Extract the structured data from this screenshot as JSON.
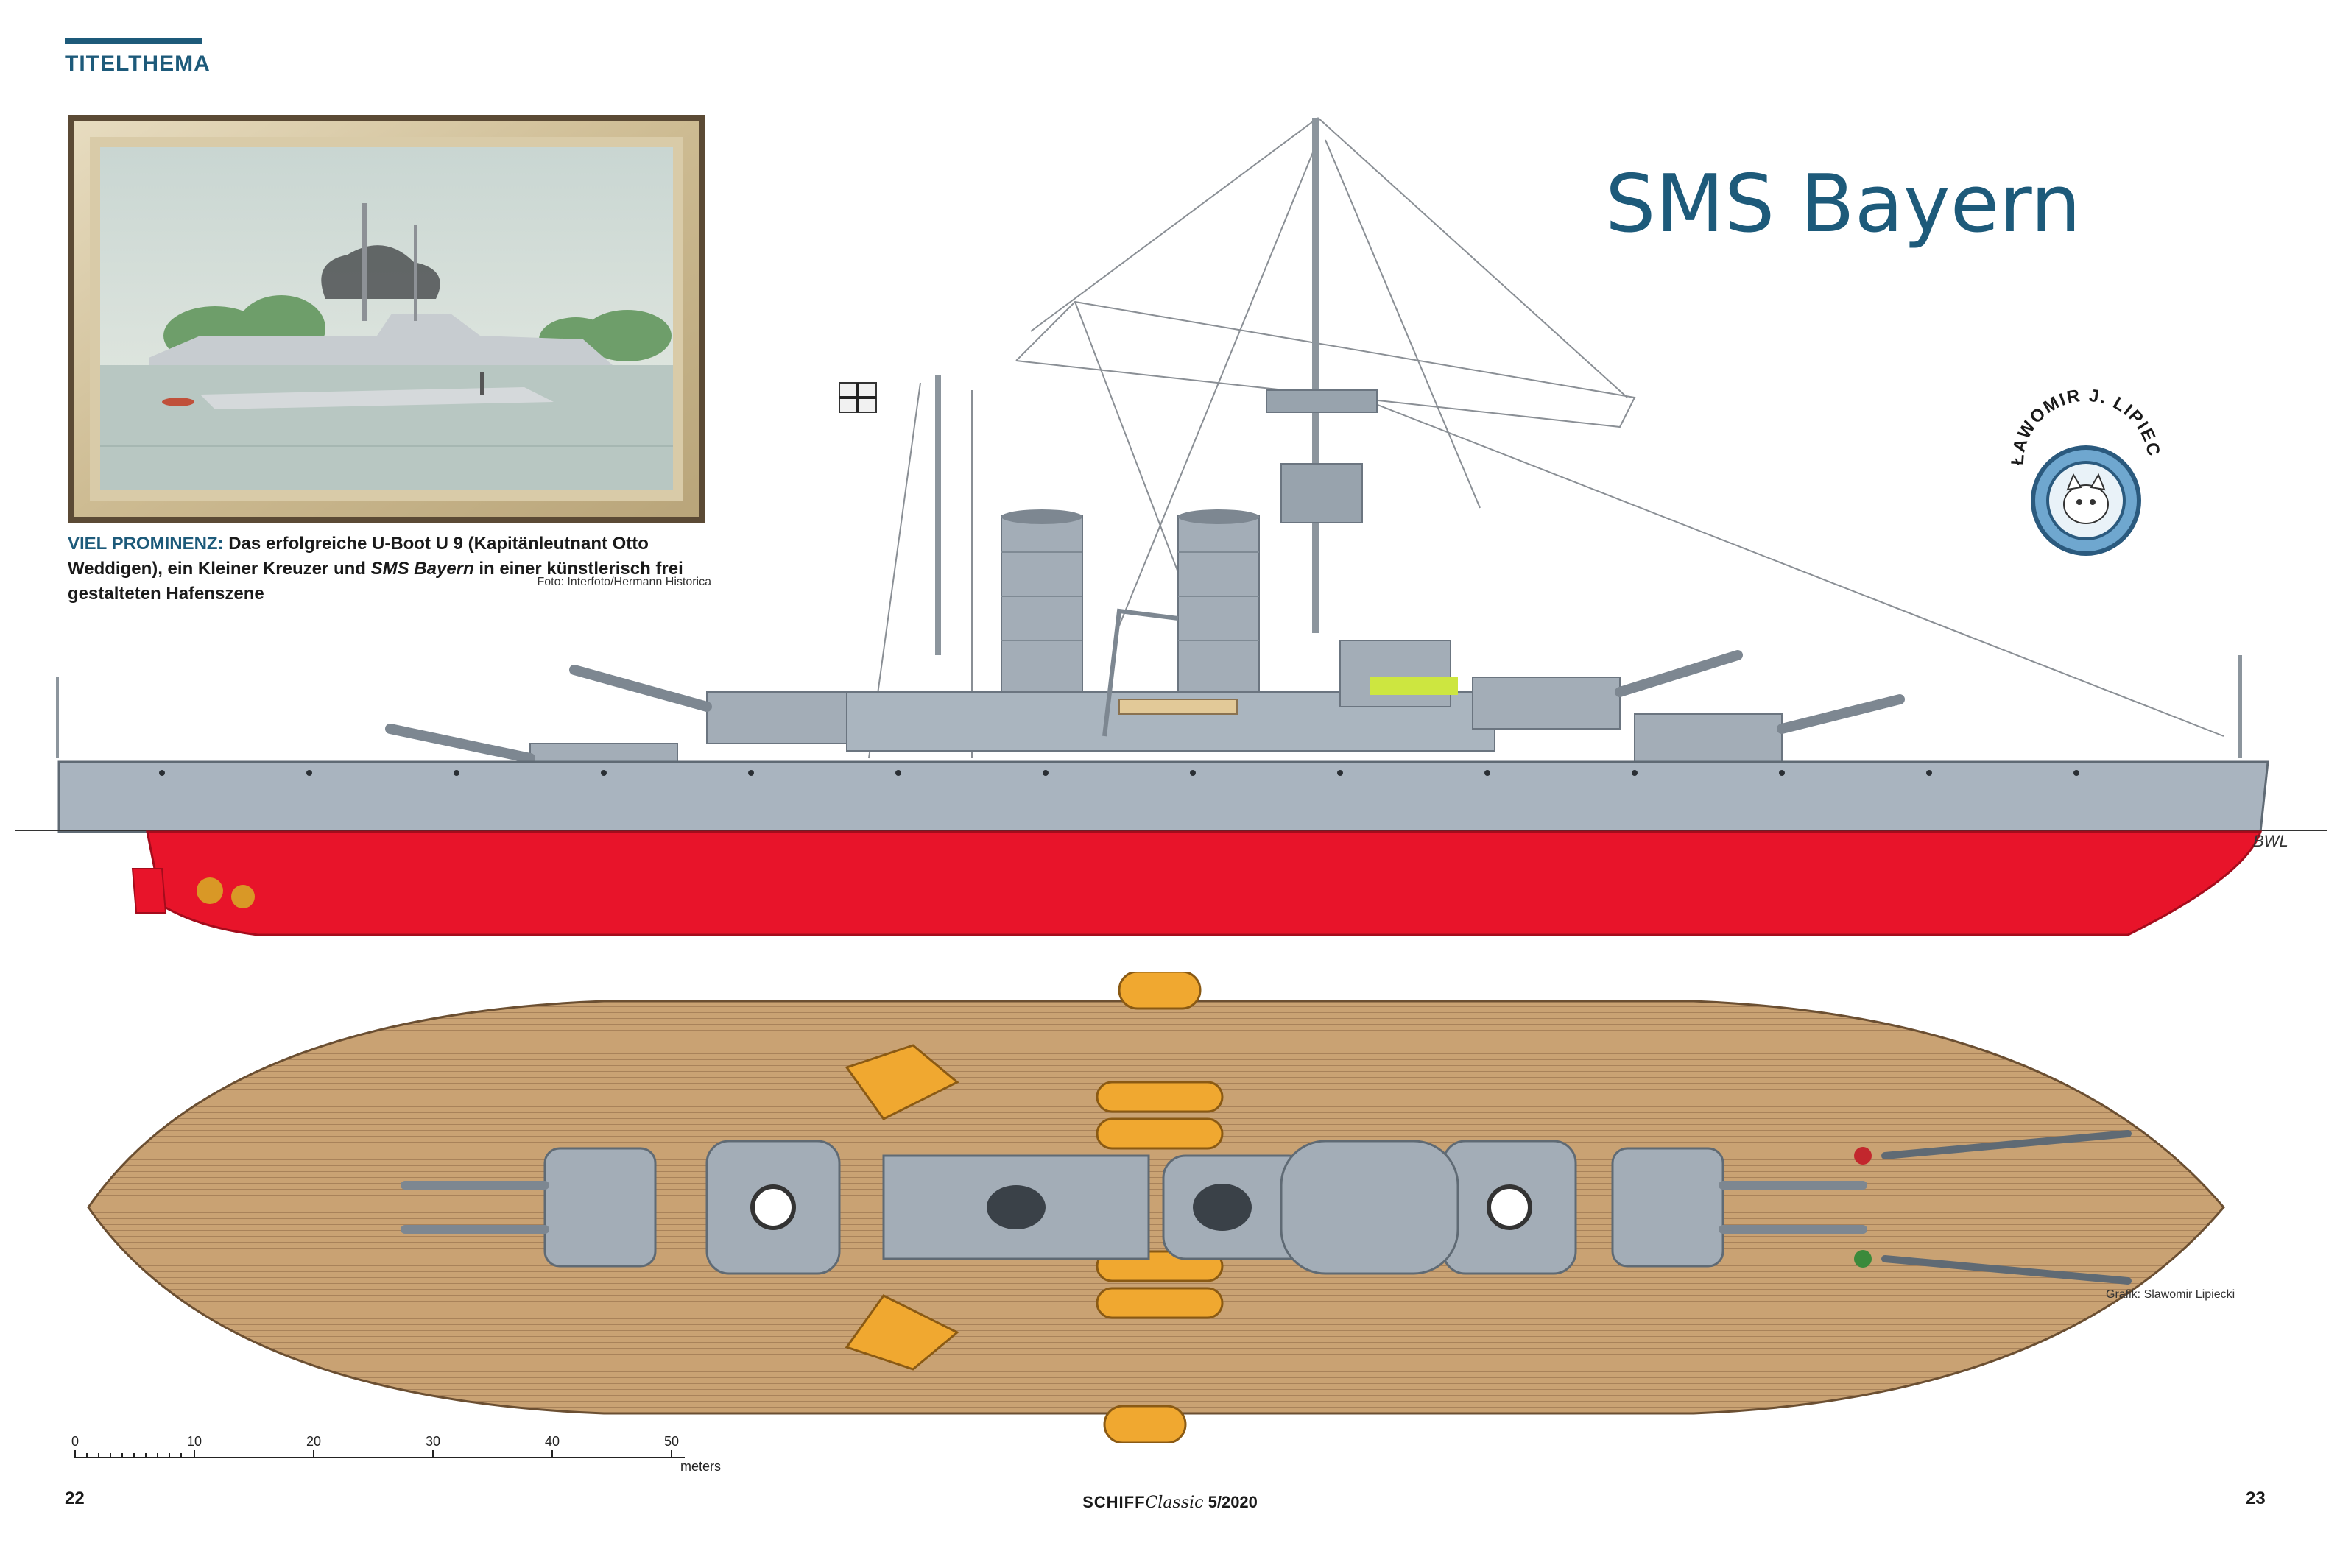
{
  "header": {
    "section": "TITELTHEMA"
  },
  "title": "SMS Bayern",
  "caption": {
    "lead": "VIEL PROMINENZ:",
    "part1": " Das erfolgreiche U-Boot U 9 (Kapitänleutnant Otto Weddigen), ein Kleiner Kreuzer und ",
    "ship": "SMS Bayern",
    "part2": " in einer künstlerisch frei gestalteten Hafenszene",
    "credit": "Foto: Interfoto/Hermann Historica"
  },
  "badge": {
    "text": "SŁAWOMIR J. LIPIECKI"
  },
  "drawing": {
    "stamp": "BWL",
    "credit": "Grafik: Slawomir Lipiecki"
  },
  "scale": {
    "ticks": [
      "0",
      "10",
      "20",
      "30",
      "40",
      "50"
    ],
    "unit": "meters"
  },
  "footer": {
    "page_left": "22",
    "page_right": "23",
    "magazine": "SCHIFF",
    "classic": "Classic",
    "issue": " 5/2020"
  },
  "colors": {
    "accent": "#1d5a7a",
    "hull_red": "#e8142a",
    "hull_grey": "#a9b4bf",
    "deck_wood": "#c9a273",
    "boat_orange": "#f0a830"
  }
}
